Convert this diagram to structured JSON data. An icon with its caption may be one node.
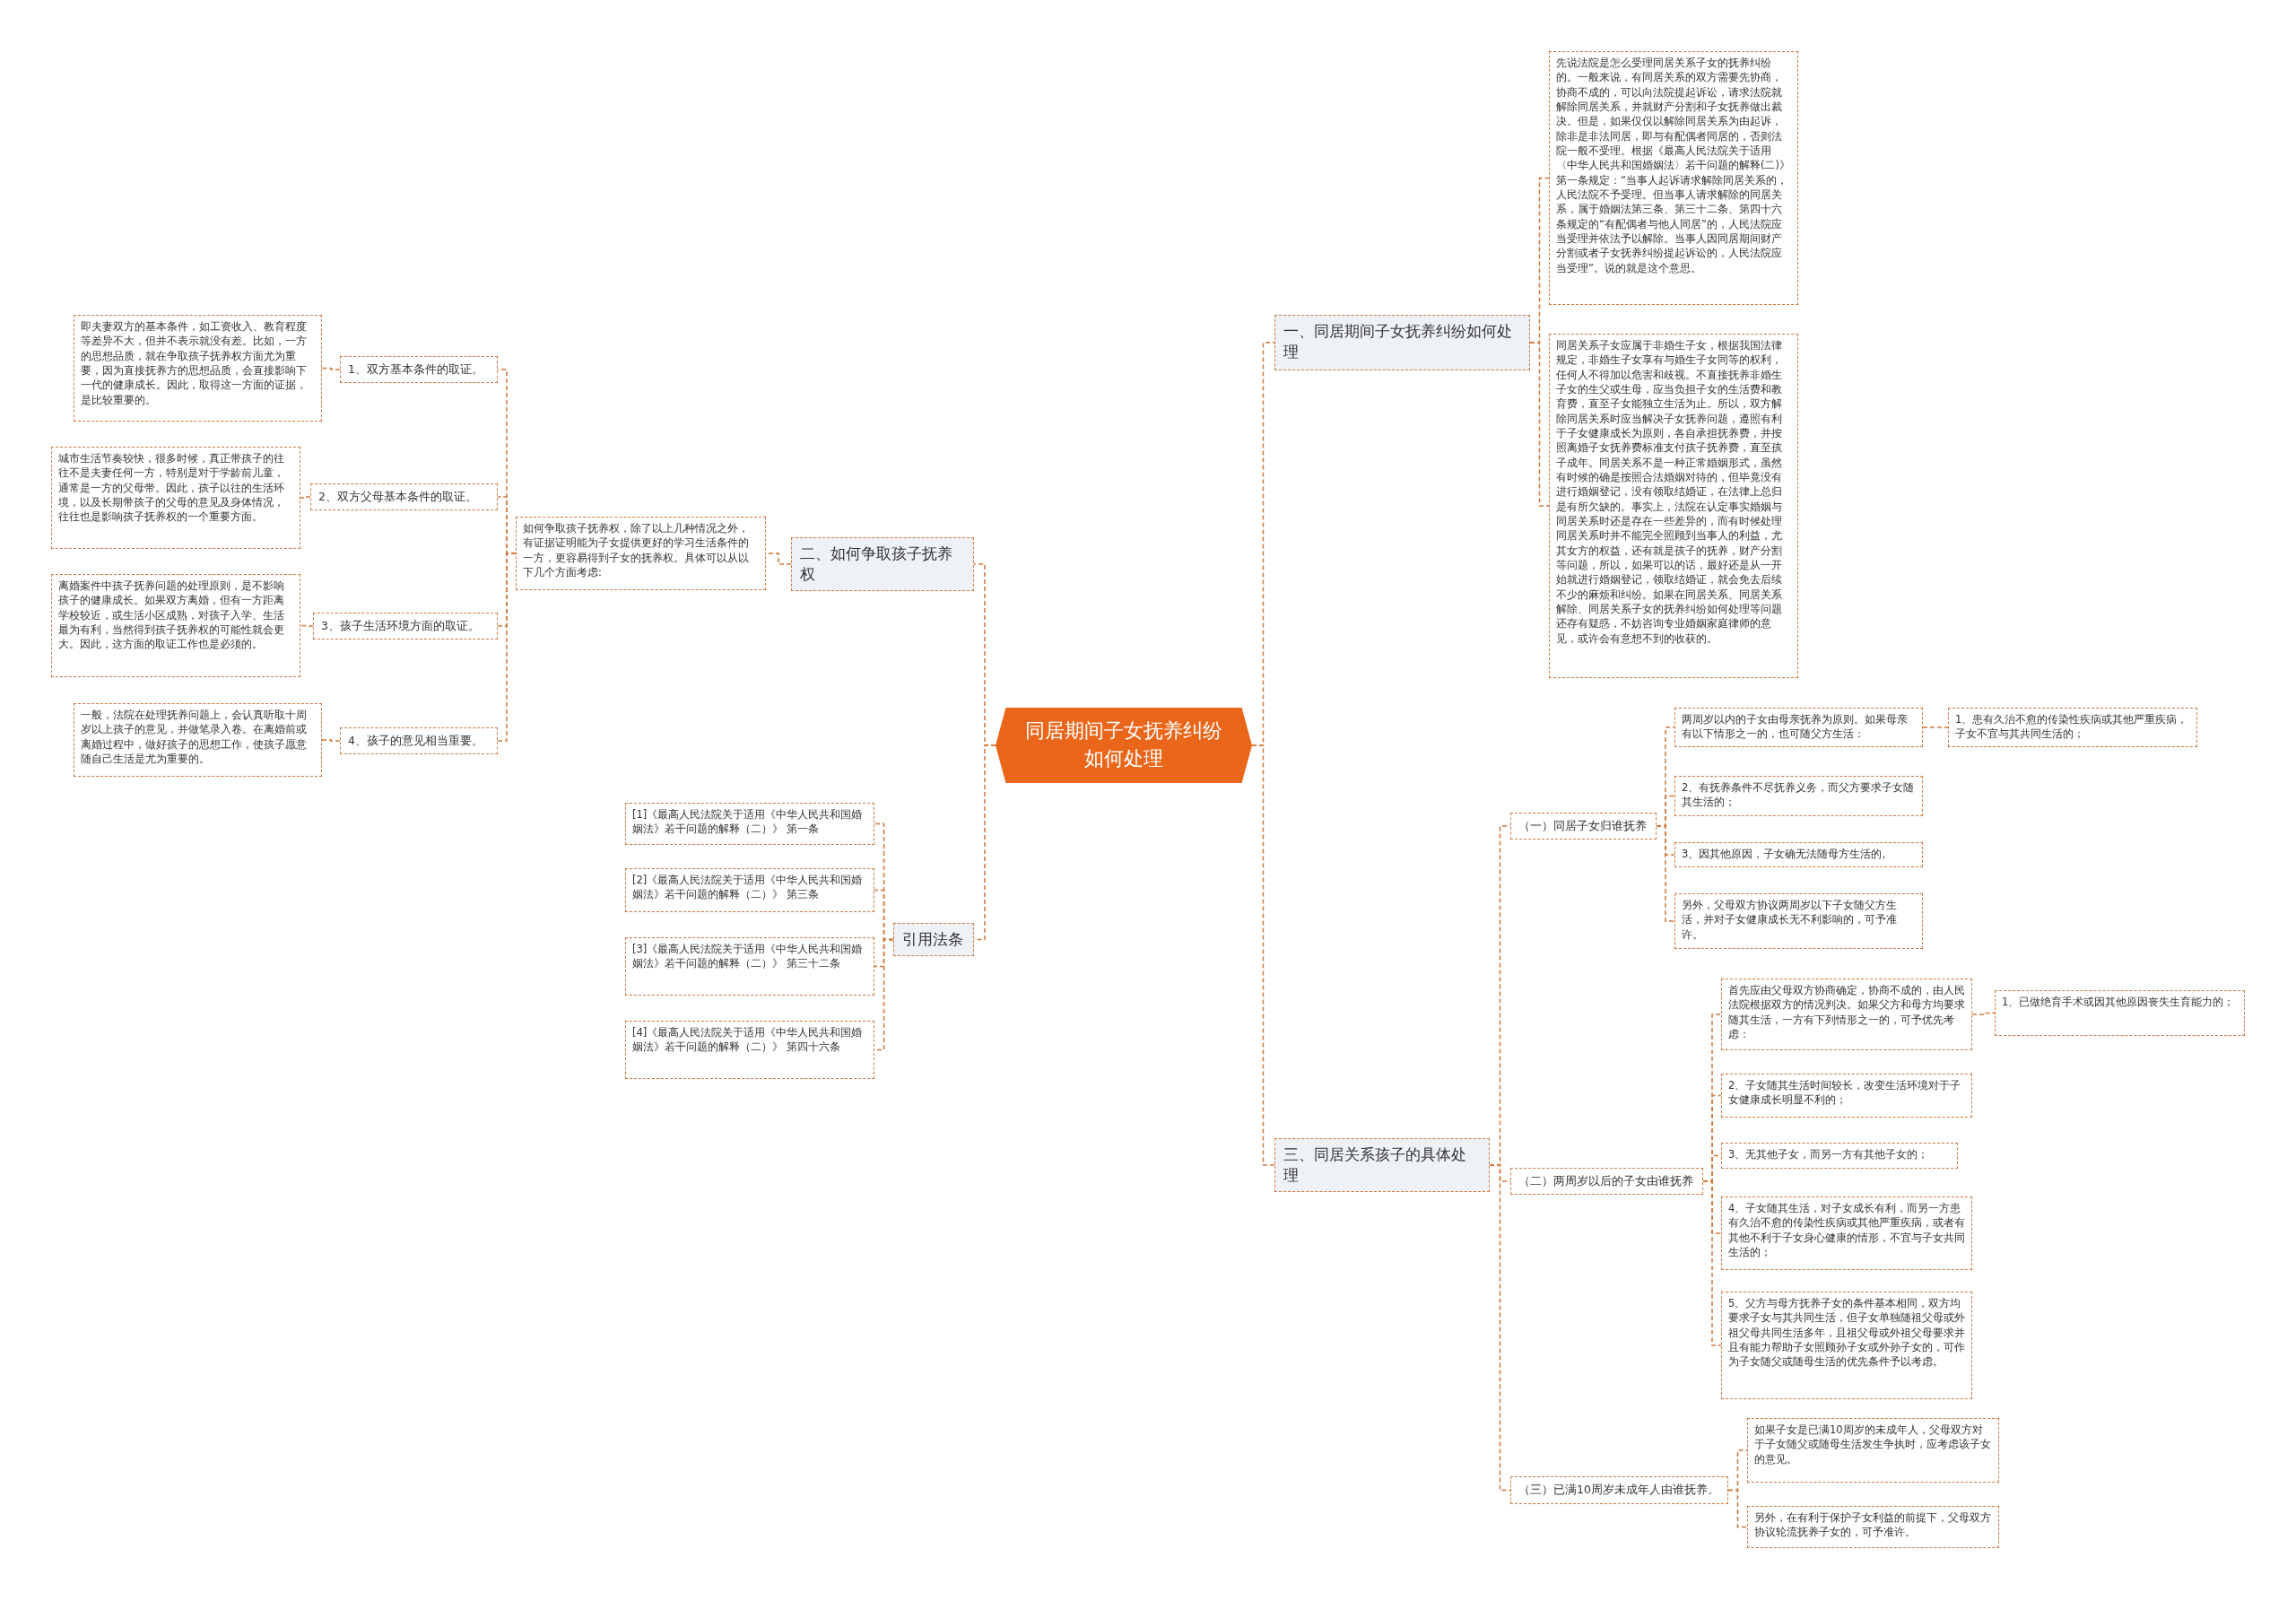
{
  "diagram": {
    "nodes": [
      {
        "text": [
          "同居期间子女抚养纠纷如何处理"
        ]
      },
      {
        "text": [
          "一、同居期间子女抚养纠纷如何处理"
        ]
      },
      {
        "text": [
          "先说法院是怎么受理同居关系子女的抚养纠纷的。一般来说，有同居关系的双方需要先协商，协商不成的，可以向法院提起诉讼，请求法院就解除同居关系，并就财产分割和子女抚养做出裁决。但是，如果仅仅以解除同居关系为由起诉，除非是非法同居，即与有配偶者同居的，否则法院一般不受理。根据《最高人民法院关于适用〈中华人民共和国婚姻法〉若干问题的解释(二)》第一条规定：“当事人起诉请求解除同居关系的，人民法院不予受理。但当事人请求解除的同居关系，属于婚姻法第三条、第三十二条、第四十六条规定的“有配偶者与他人同居”的，人民法院应当受理并依法予以解除。当事人因同居期间财产分割或者子女抚养纠纷提起诉讼的，人民法院应当受理”。说的就是这个意思。"
        ]
      },
      {
        "text": [
          "同居关系子女应属于非婚生子女，根据我国法律规定，非婚生子女享有与婚生子女同等的权利，任何人不得加以危害和歧视。不直接抚养非婚生子女的生父或生母，应当负担子女的生活费和教育费，直至子女能独立生活为止。所以，双方解除同居关系时应当解决子女抚养问题，遵照有利于子女健康成长为原则，各自承担抚养费，并按照离婚子女抚养费标准支付孩子抚养费，直至孩子成年。同居关系不是一种正常婚姻形式，虽然有时候的确是按照合法婚姻对待的，但毕竟没有进行婚姻登记，没有领取结婚证，在法律上总归是有所欠缺的。事实上，法院在认定事实婚姻与同居关系时还是存在一些差异的，而有时候处理同居关系时并不能完全照顾到当事人的利益，尤其女方的权益，还有就是孩子的抚养，财产分割等问题，所以，如果可以的话，最好还是从一开始就进行婚姻登记，领取结婚证，就会免去后续不少的麻烦和纠纷。如果在同居关系、同居关系解除、同居关系子女的抚养纠纷如何处理等问题还存有疑惑，不妨咨询专业婚姻家庭律师的意见，或许会有意想不到的收获的。"
        ]
      },
      {
        "text": [
          "三、同居关系孩子的具体处理"
        ]
      },
      {
        "text": [
          "（一）同居子女归谁抚养"
        ]
      },
      {
        "text": [
          "两周岁以内的子女由母亲抚养为原则。如果母亲有以下情形之一的，也可随父方生活："
        ]
      },
      {
        "text": [
          "1、患有久治不愈的传染性疾病或其他严重疾病，子女不宜与其共同生活的；"
        ]
      },
      {
        "text": [
          "2、有抚养条件不尽抚养义务，而父方要求子女随其生活的；"
        ]
      },
      {
        "text": [
          "3、因其他原因，子女确无法随母方生活的。"
        ]
      },
      {
        "text": [
          "另外，父母双方协议两周岁以下子女随父方生活，并对子女健康成长无不利影响的，可予准许。"
        ]
      },
      {
        "text": [
          "（二）两周岁以后的子女由谁抚养"
        ]
      },
      {
        "text": [
          "首先应由父母双方协商确定，协商不成的，由人民法院根据双方的情况判决。如果父方和母方均要求随其生活，一方有下列情形之一的，可予优先考虑："
        ]
      },
      {
        "text": [
          "1、已做绝育手术或因其他原因丧失生育能力的；"
        ]
      },
      {
        "text": [
          "2、子女随其生活时间较长，改变生活环境对于子女健康成长明显不利的；"
        ]
      },
      {
        "text": [
          "3、无其他子女，而另一方有其他子女的；"
        ]
      },
      {
        "text": [
          "4、子女随其生活，对子女成长有利，而另一方患有久治不愈的传染性疾病或其他严重疾病，或者有其他不利于子女身心健康的情形，不宜与子女共同生活的；"
        ]
      },
      {
        "text": [
          "5、父方与母方抚养子女的条件基本相同，双方均要求子女与其共同生活，但子女单独随祖父母或外祖父母共同生活多年，且祖父母或外祖父母要求并且有能力帮助子女照顾孙子女或外孙子女的，可作为子女随父或随母生活的优先条件予以考虑。"
        ]
      },
      {
        "text": [
          "（三）已满10周岁未成年人由谁抚养。"
        ]
      },
      {
        "text": [
          "如果子女是已满10周岁的未成年人，父母双方对于子女随父或随母生活发生争执时，应考虑该子女的意见。"
        ]
      },
      {
        "text": [
          "另外，在有利于保护子女利益的前提下，父母双方协议轮流抚养子女的，可予准许。"
        ]
      },
      {
        "text": [
          "二、如何争取孩子抚养权"
        ]
      },
      {
        "text": [
          "如何争取孩子抚养权，除了以上几种情况之外，有证据证明能为子女提供更好的学习生活条件的一方，更容易得到子女的抚养权。具体可以从以下几个方面考虑:"
        ]
      },
      {
        "text": [
          "1、双方基本条件的取证。"
        ]
      },
      {
        "text": [
          "即夫妻双方的基本条件，如工资收入、教育程度等差异不大，但并不表示就没有差。比如，一方的思想品质，就在争取孩子抚养权方面尤为重要，因为直接抚养方的思想品质，会直接影响下一代的健康成长。因此，取得这一方面的证据，是比较重要的。"
        ]
      },
      {
        "text": [
          "2、双方父母基本条件的取证。"
        ]
      },
      {
        "text": [
          "城市生活节奏较快，很多时候，真正带孩子的往往不是夫妻任何一方，特别是对于学龄前儿童，通常是一方的父母带。因此，孩子以往的生活环境，以及长期带孩子的父母的意见及身体情况，往往也是影响孩子抚养权的一个重要方面。"
        ]
      },
      {
        "text": [
          "3、孩子生活环境方面的取证。"
        ]
      },
      {
        "text": [
          "离婚案件中孩子抚养问题的处理原则，是不影响孩子的健康成长。如果双方离婚，但有一方距离学校较近，或生活小区成熟，对孩子入学、生活最为有利，当然得到孩子抚养权的可能性就会更大。因此，这方面的取证工作也是必须的。"
        ]
      },
      {
        "text": [
          "4、孩子的意见相当重要。"
        ]
      },
      {
        "text": [
          "一般，法院在处理抚养问题上，会认真听取十周岁以上孩子的意见，并做笔录入卷。在离婚前或离婚过程中，做好孩子的思想工作，使孩子愿意随自己生活是尤为重要的。"
        ]
      },
      {
        "text": [
          "引用法条"
        ]
      },
      {
        "text": [
          "[1]《最高人民法院关于适用《中华人民共和国婚姻法》若干问题的解释（二）》 第一条"
        ]
      },
      {
        "text": [
          "[2]《最高人民法院关于适用《中华人民共和国婚姻法》若干问题的解释（二）》 第三条"
        ]
      },
      {
        "text": [
          "[3]《最高人民法院关于适用《中华人民共和国婚姻法》若干问题的解释（二）》 第三十二条"
        ]
      },
      {
        "text": [
          "[4]《最高人民法院关于适用《中华人民共和国婚姻法》若干问题的解释（二）》 第四十六条"
        ]
      }
    ],
    "edges": [
      {
        "from": 0,
        "to": 1,
        "arrow": "none"
      },
      {
        "from": 1,
        "to": 2,
        "arrow": "none"
      },
      {
        "from": 1,
        "to": 3,
        "arrow": "none"
      },
      {
        "from": 0,
        "to": 4,
        "arrow": "none"
      },
      {
        "from": 4,
        "to": 5,
        "arrow": "none"
      },
      {
        "from": 5,
        "to": 6,
        "arrow": "none"
      },
      {
        "from": 6,
        "to": 7,
        "arrow": "none"
      },
      {
        "from": 5,
        "to": 8,
        "arrow": "none"
      },
      {
        "from": 5,
        "to": 9,
        "arrow": "none"
      },
      {
        "from": 5,
        "to": 10,
        "arrow": "none"
      },
      {
        "from": 4,
        "to": 11,
        "arrow": "none"
      },
      {
        "from": 11,
        "to": 12,
        "arrow": "none"
      },
      {
        "from": 12,
        "to": 13,
        "arrow": "none"
      },
      {
        "from": 11,
        "to": 14,
        "arrow": "none"
      },
      {
        "from": 11,
        "to": 15,
        "arrow": "none"
      },
      {
        "from": 11,
        "to": 16,
        "arrow": "none"
      },
      {
        "from": 11,
        "to": 17,
        "arrow": "none"
      },
      {
        "from": 4,
        "to": 18,
        "arrow": "none"
      },
      {
        "from": 18,
        "to": 19,
        "arrow": "none"
      },
      {
        "from": 18,
        "to": 20,
        "arrow": "none"
      },
      {
        "from": 0,
        "to": 21,
        "arrow": "none"
      },
      {
        "from": 21,
        "to": 22,
        "arrow": "none"
      },
      {
        "from": 22,
        "to": 23,
        "arrow": "none"
      },
      {
        "from": 23,
        "to": 24,
        "arrow": "none"
      },
      {
        "from": 22,
        "to": 25,
        "arrow": "none"
      },
      {
        "from": 25,
        "to": 26,
        "arrow": "none"
      },
      {
        "from": 22,
        "to": 27,
        "arrow": "none"
      },
      {
        "from": 27,
        "to": 28,
        "arrow": "none"
      },
      {
        "from": 22,
        "to": 29,
        "arrow": "none"
      },
      {
        "from": 29,
        "to": 30,
        "arrow": "none"
      },
      {
        "from": 0,
        "to": 31,
        "arrow": "none"
      },
      {
        "from": 31,
        "to": 32,
        "arrow": "none"
      },
      {
        "from": 31,
        "to": 33,
        "arrow": "none"
      },
      {
        "from": 31,
        "to": 34,
        "arrow": "none"
      },
      {
        "from": 31,
        "to": 35,
        "arrow": "none"
      }
    ]
  }
}
